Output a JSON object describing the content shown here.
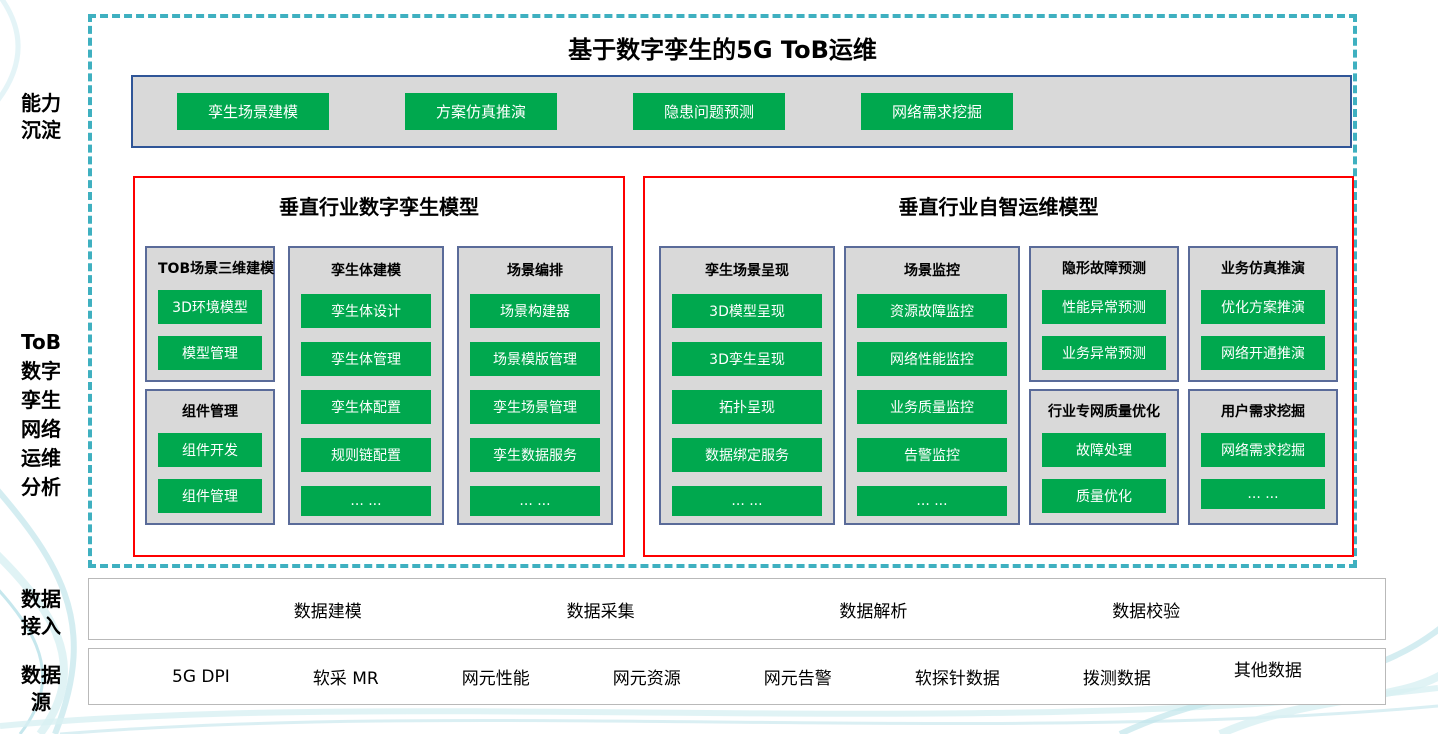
{
  "diagram": {
    "title": "基于数字孪生的5G ToB运维"
  },
  "side_labels": {
    "capability": [
      "能力",
      "沉淀"
    ],
    "analysis": [
      "ToB",
      "数字",
      "孪生",
      "网络",
      "运维",
      "分析"
    ],
    "data_access": [
      "数据",
      "接入"
    ],
    "data_source": [
      "数据",
      "源"
    ]
  },
  "capability_bar": {
    "items": [
      "孪生场景建模",
      "方案仿真推演",
      "隐患问题预测",
      "网络需求挖掘"
    ]
  },
  "left_panel": {
    "title": "垂直行业数字孪生模型",
    "col1_top": {
      "header": "TOB场景三维建模",
      "items": [
        "3D环境模型",
        "模型管理"
      ]
    },
    "col1_bottom": {
      "header": "组件管理",
      "items": [
        "组件开发",
        "组件管理"
      ]
    },
    "col2": {
      "header": "孪生体建模",
      "items": [
        "孪生体设计",
        "孪生体管理",
        "孪生体配置",
        "规则链配置",
        "... ..."
      ]
    },
    "col3": {
      "header": "场景编排",
      "items": [
        "场景构建器",
        "场景模版管理",
        "孪生场景管理",
        "孪生数据服务",
        "... ..."
      ]
    }
  },
  "right_panel": {
    "title": "垂直行业自智运维模型",
    "col1": {
      "header": "孪生场景呈现",
      "items": [
        "3D模型呈现",
        "3D孪生呈现",
        "拓扑呈现",
        "数据绑定服务",
        "... ..."
      ]
    },
    "col2": {
      "header": "场景监控",
      "items": [
        "资源故障监控",
        "网络性能监控",
        "业务质量监控",
        "告警监控",
        "... ..."
      ]
    },
    "col3_top": {
      "header": "隐形故障预测",
      "items": [
        "性能异常预测",
        "业务异常预测"
      ]
    },
    "col3_bottom": {
      "header": "行业专网质量优化",
      "items": [
        "故障处理",
        "质量优化"
      ]
    },
    "col4_top": {
      "header": "业务仿真推演",
      "items": [
        "优化方案推演",
        "网络开通推演"
      ]
    },
    "col4_bottom": {
      "header": "用户需求挖掘",
      "items": [
        "网络需求挖掘",
        "... ..."
      ]
    }
  },
  "data_access_row": {
    "items": [
      "数据建模",
      "数据采集",
      "数据解析",
      "数据校验"
    ]
  },
  "data_source_row": {
    "items": [
      "5G DPI",
      "软采 MR",
      "网元性能",
      "网元资源",
      "网元告警",
      "软探针数据",
      "拨测数据",
      "其他数据"
    ]
  },
  "colors": {
    "green": "#00A84E",
    "red": "#FF0000",
    "teal": "#3FB0C0",
    "blue": "#2F5597",
    "colborder": "#5A6B99",
    "grayfill": "#D9D9D9"
  }
}
